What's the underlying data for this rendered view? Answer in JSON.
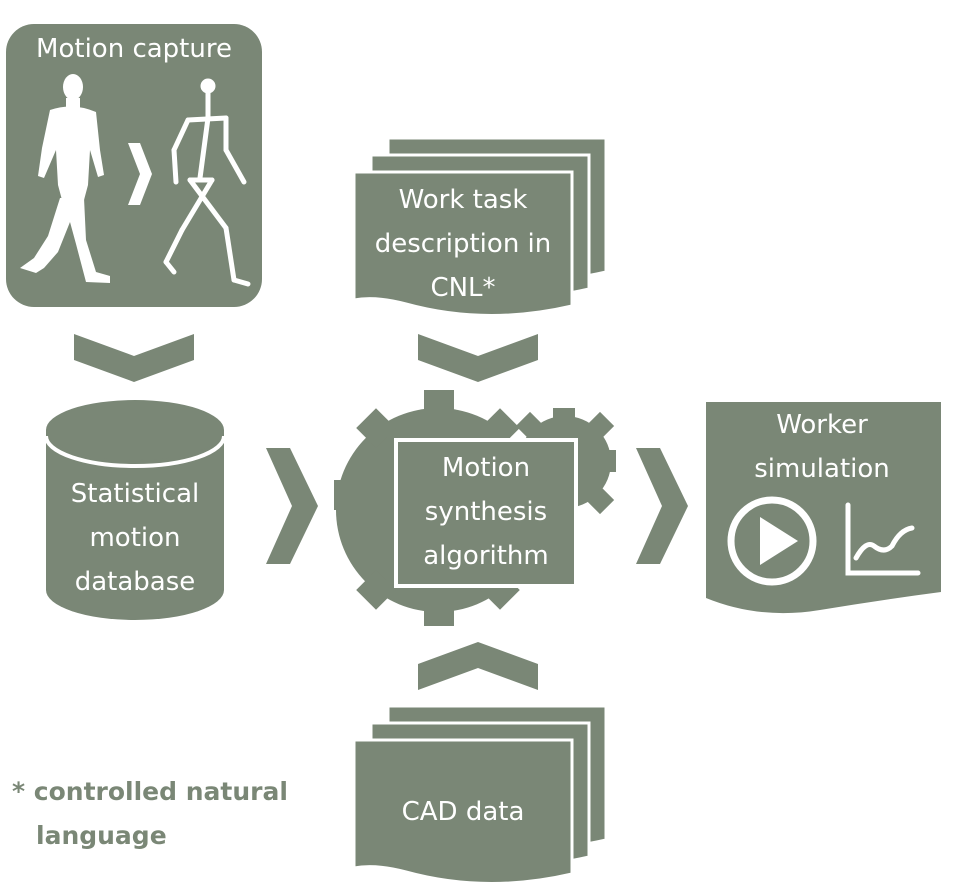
{
  "colors": {
    "fill": "#7a8776",
    "foreground": "#ffffff",
    "footnote_text": "#7a8776"
  },
  "nodes": {
    "motion_capture": {
      "title": "Motion capture",
      "icons": [
        "human-figure-icon",
        "chevron-right-icon",
        "skeleton-figure-icon"
      ]
    },
    "work_task": {
      "lines": [
        "Work task",
        "description in",
        "CNL*"
      ],
      "shape": "stacked-document"
    },
    "database": {
      "lines": [
        "Statistical",
        "motion",
        "database"
      ],
      "shape": "cylinder"
    },
    "synthesis": {
      "lines": [
        "Motion",
        "synthesis",
        "algorithm"
      ],
      "shape": "gears"
    },
    "worker_sim": {
      "lines": [
        "Worker",
        "simulation"
      ],
      "icons": [
        "play-icon",
        "line-chart-icon"
      ],
      "shape": "document"
    },
    "cad": {
      "lines": [
        "CAD data"
      ],
      "shape": "stacked-document"
    }
  },
  "footnote": {
    "lines": [
      "* controlled natural",
      "language"
    ]
  }
}
